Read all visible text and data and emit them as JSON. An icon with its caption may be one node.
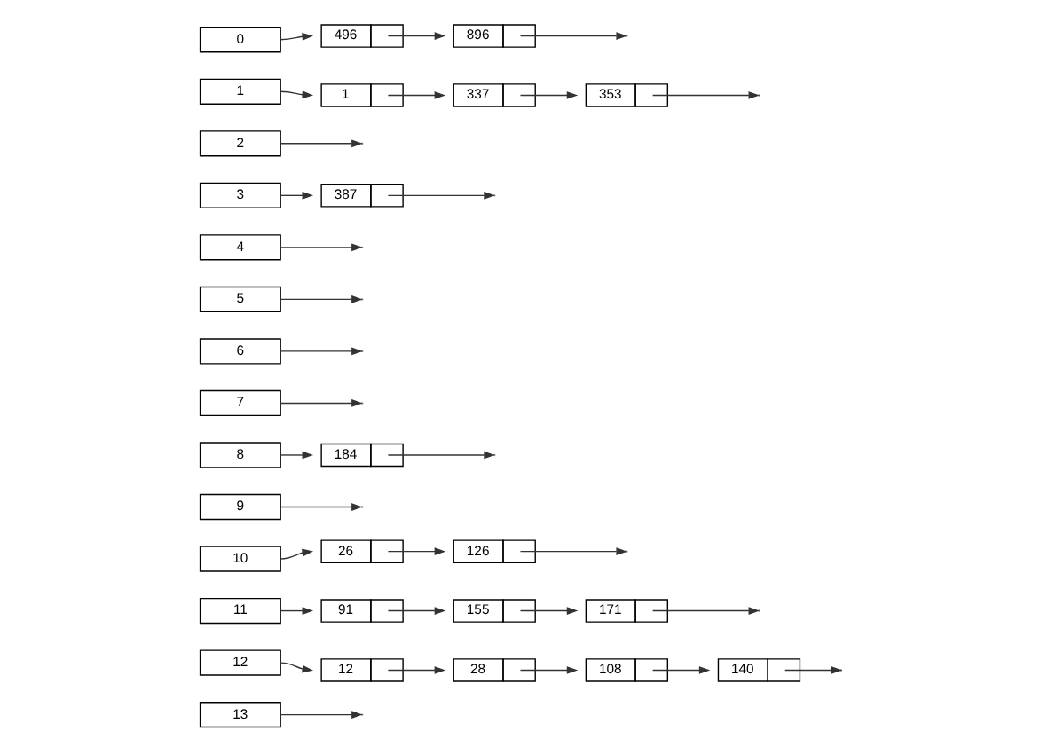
{
  "diagram": {
    "nodes": [
      {
        "text": [
          "0"
        ]
      },
      {
        "text": [
          "1"
        ]
      },
      {
        "text": [
          "2"
        ]
      },
      {
        "text": [
          "3"
        ]
      },
      {
        "text": [
          "4"
        ]
      },
      {
        "text": [
          "5"
        ]
      },
      {
        "text": [
          "6"
        ]
      },
      {
        "text": [
          "7"
        ]
      },
      {
        "text": [
          "8"
        ]
      },
      {
        "text": [
          "9"
        ]
      },
      {
        "text": [
          "10"
        ]
      },
      {
        "text": [
          "11"
        ]
      },
      {
        "text": [
          "12"
        ]
      },
      {
        "text": [
          "13"
        ]
      },
      {
        "text": [
          "496"
        ]
      },
      {
        "text": [
          "896"
        ]
      },
      {
        "text": [
          "1"
        ]
      },
      {
        "text": [
          "337"
        ]
      },
      {
        "text": [
          "353"
        ]
      },
      {
        "text": [
          "387"
        ]
      },
      {
        "text": [
          "184"
        ]
      },
      {
        "text": [
          "26"
        ]
      },
      {
        "text": [
          "126"
        ]
      },
      {
        "text": [
          "91"
        ]
      },
      {
        "text": [
          "155"
        ]
      },
      {
        "text": [
          "171"
        ]
      },
      {
        "text": [
          "12"
        ]
      },
      {
        "text": [
          "28"
        ]
      },
      {
        "text": [
          "108"
        ]
      },
      {
        "text": [
          "140"
        ]
      }
    ],
    "edges": [
      {
        "from": 0,
        "to": 14,
        "arrow": "to"
      },
      {
        "from": 14,
        "to": 15,
        "arrow": "to"
      },
      {
        "from": 15,
        "to": null,
        "arrow": "to"
      },
      {
        "from": 1,
        "to": 16,
        "arrow": "to"
      },
      {
        "from": 16,
        "to": 17,
        "arrow": "to"
      },
      {
        "from": 17,
        "to": 18,
        "arrow": "to"
      },
      {
        "from": 18,
        "to": null,
        "arrow": "to"
      },
      {
        "from": 2,
        "to": null,
        "arrow": "to"
      },
      {
        "from": 3,
        "to": 19,
        "arrow": "to"
      },
      {
        "from": 19,
        "to": null,
        "arrow": "to"
      },
      {
        "from": 4,
        "to": null,
        "arrow": "to"
      },
      {
        "from": 5,
        "to": null,
        "arrow": "to"
      },
      {
        "from": 6,
        "to": null,
        "arrow": "to"
      },
      {
        "from": 7,
        "to": null,
        "arrow": "to"
      },
      {
        "from": 8,
        "to": 20,
        "arrow": "to"
      },
      {
        "from": 20,
        "to": null,
        "arrow": "to"
      },
      {
        "from": 9,
        "to": null,
        "arrow": "to"
      },
      {
        "from": 10,
        "to": 21,
        "arrow": "to"
      },
      {
        "from": 21,
        "to": 22,
        "arrow": "to"
      },
      {
        "from": 22,
        "to": null,
        "arrow": "to"
      },
      {
        "from": 11,
        "to": 23,
        "arrow": "to"
      },
      {
        "from": 23,
        "to": 24,
        "arrow": "to"
      },
      {
        "from": 24,
        "to": 25,
        "arrow": "to"
      },
      {
        "from": 25,
        "to": null,
        "arrow": "to"
      },
      {
        "from": 12,
        "to": 26,
        "arrow": "to"
      },
      {
        "from": 26,
        "to": 27,
        "arrow": "to"
      },
      {
        "from": 27,
        "to": 28,
        "arrow": "to"
      },
      {
        "from": 28,
        "to": 29,
        "arrow": "to"
      },
      {
        "from": 29,
        "to": null,
        "arrow": "to"
      },
      {
        "from": 13,
        "to": null,
        "arrow": "to"
      }
    ]
  }
}
